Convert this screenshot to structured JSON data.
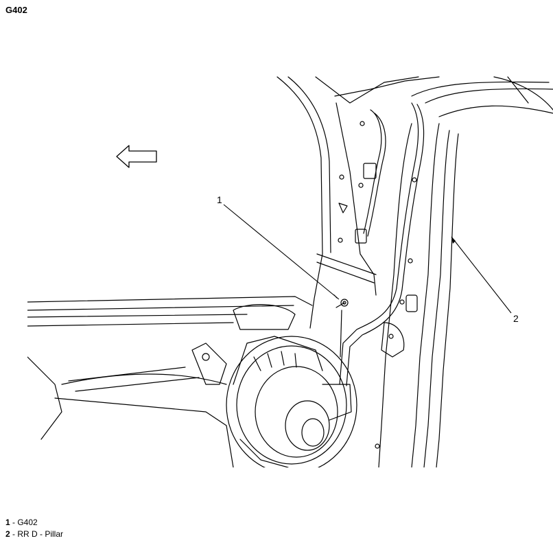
{
  "title": "G402",
  "callouts": [
    {
      "number": "1"
    },
    {
      "number": "2"
    }
  ],
  "legend": [
    {
      "number": "1",
      "text": " - G402"
    },
    {
      "number": "2",
      "text": " - RR D - Pillar"
    }
  ]
}
